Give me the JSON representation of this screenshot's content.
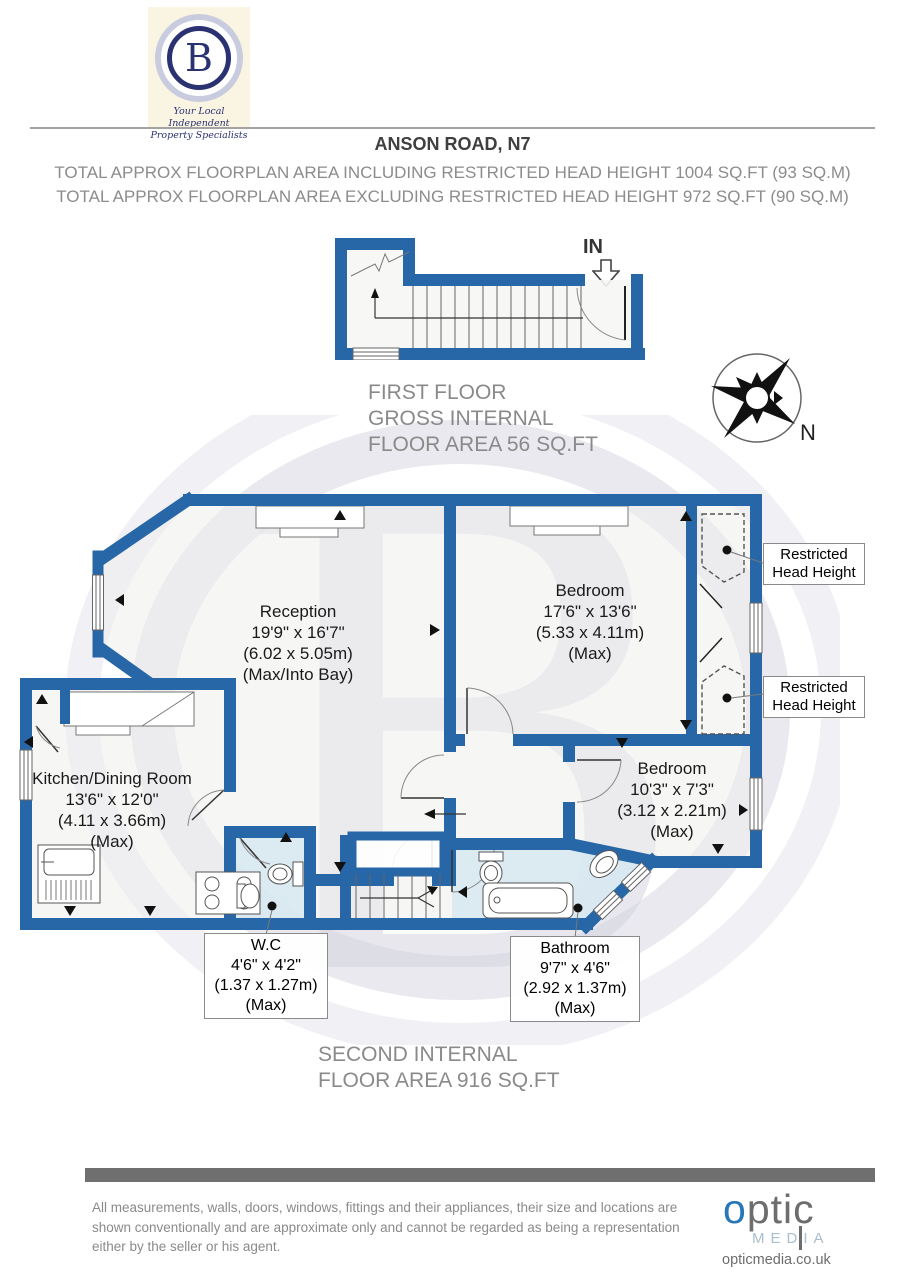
{
  "header": {
    "logo": {
      "letter": "B",
      "tagline_line1": "Your Local Independent",
      "tagline_line2": "Property Specialists"
    },
    "title": "ANSON ROAD, N7",
    "area_line1": "TOTAL APPROX FLOORPLAN AREA INCLUDING RESTRICTED HEAD HEIGHT 1004 SQ.FT (93 SQ.M)",
    "area_line2": "TOTAL APPROX FLOORPLAN AREA EXCLUDING RESTRICTED HEAD HEIGHT 972 SQ.FT (90 SQ.M)"
  },
  "first_floor": {
    "entrance_label": "IN",
    "caption_line1": "FIRST FLOOR",
    "caption_line2": "GROSS INTERNAL",
    "caption_line3": "FLOOR AREA 56 SQ.FT"
  },
  "compass": {
    "north_label": "N"
  },
  "second_floor": {
    "rooms": [
      {
        "name": "Reception",
        "dims_imperial": "19'9\" x 16'7\"",
        "dims_metric": "(6.02 x 5.05m)",
        "qualifier": "(Max/Into Bay)"
      },
      {
        "name": "Bedroom",
        "dims_imperial": "17'6\" x 13'6\"",
        "dims_metric": "(5.33 x 4.11m)",
        "qualifier": "(Max)"
      },
      {
        "name": "Bedroom",
        "dims_imperial": "10'3\" x 7'3\"",
        "dims_metric": "(3.12 x 2.21m)",
        "qualifier": "(Max)"
      },
      {
        "name": "Kitchen/Dining Room",
        "dims_imperial": "13'6\" x 12'0\"",
        "dims_metric": "(4.11 x 3.66m)",
        "qualifier": "(Max)"
      },
      {
        "name": "W.C",
        "dims_imperial": "4'6\" x 4'2\"",
        "dims_metric": "(1.37 x 1.27m)",
        "qualifier": "(Max)"
      },
      {
        "name": "Bathroom",
        "dims_imperial": "9'7\" x 4'6\"",
        "dims_metric": "(2.92 x 1.37m)",
        "qualifier": "(Max)"
      }
    ],
    "restricted_line1": "Restricted",
    "restricted_line2": "Head Height",
    "caption_line1": "SECOND INTERNAL",
    "caption_line2": "FLOOR AREA 916 SQ.FT"
  },
  "watermark_letter": "B",
  "footer": {
    "disclaimer_lines": [
      "All measurements, walls, doors, windows, fittings and their appliances, their size and locations are",
      "shown conventionally and are approximate only and cannot be regarded as being a representation",
      "either by the seller or his agent."
    ],
    "brand_o": "o",
    "brand_rest": "ptic",
    "brand_media": "MEDIA",
    "brand_url": "opticmedia.co.uk"
  },
  "colors": {
    "wall_blue": "#2767A7",
    "floor_gray": "#F0F0EE",
    "wet_room_blue": "#D7E7F1",
    "watermark_gray": "#D4D4E0",
    "brand_blue": "#2878B8",
    "heading_gray": "#8C8C8C",
    "logo_navy": "#2A3272",
    "logo_cream": "#FAF5E3"
  }
}
